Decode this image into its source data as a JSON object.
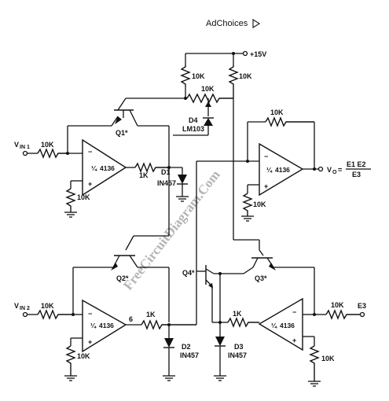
{
  "ad_choices": "AdChoices",
  "watermark": "FreeCircuitDiagram.Com",
  "supply": "+15V",
  "inputs": {
    "vin1": "V",
    "vin1_sub": "IN 1",
    "vin2": "V",
    "vin2_sub": "IN 2",
    "e3": "E3"
  },
  "output": {
    "v0": "V",
    "v0_sub": "O",
    "eq": "=",
    "num": "E1 E2",
    "den": "E3"
  },
  "opamp": {
    "label": "4136",
    "fraction": "¼"
  },
  "resistors": {
    "r_in1": "10K",
    "r_gnd1": "10K",
    "r_1k_a": "1K",
    "r_in2": "10K",
    "r_gnd2": "10K",
    "r_1k_b": "1K",
    "r_top1": "10K",
    "r_top2": "10K",
    "r_pot": "10K",
    "r_fb": "10K",
    "r_gnd3": "10K",
    "r_e3": "10K",
    "r_gnd4": "10K",
    "r_1k_c": "1K"
  },
  "transistors": {
    "q1": "Q1*",
    "q2": "Q2*",
    "q3": "Q3*",
    "q4": "Q4*"
  },
  "diodes": {
    "d1": "D1",
    "d1_part": "IN457",
    "d2": "D2",
    "d2_part": "IN457",
    "d3": "D3",
    "d3_part": "IN457",
    "d4": "D4",
    "d4_part": "LM103"
  },
  "pin_label": "6",
  "signs": {
    "minus": "−",
    "plus": "+"
  }
}
